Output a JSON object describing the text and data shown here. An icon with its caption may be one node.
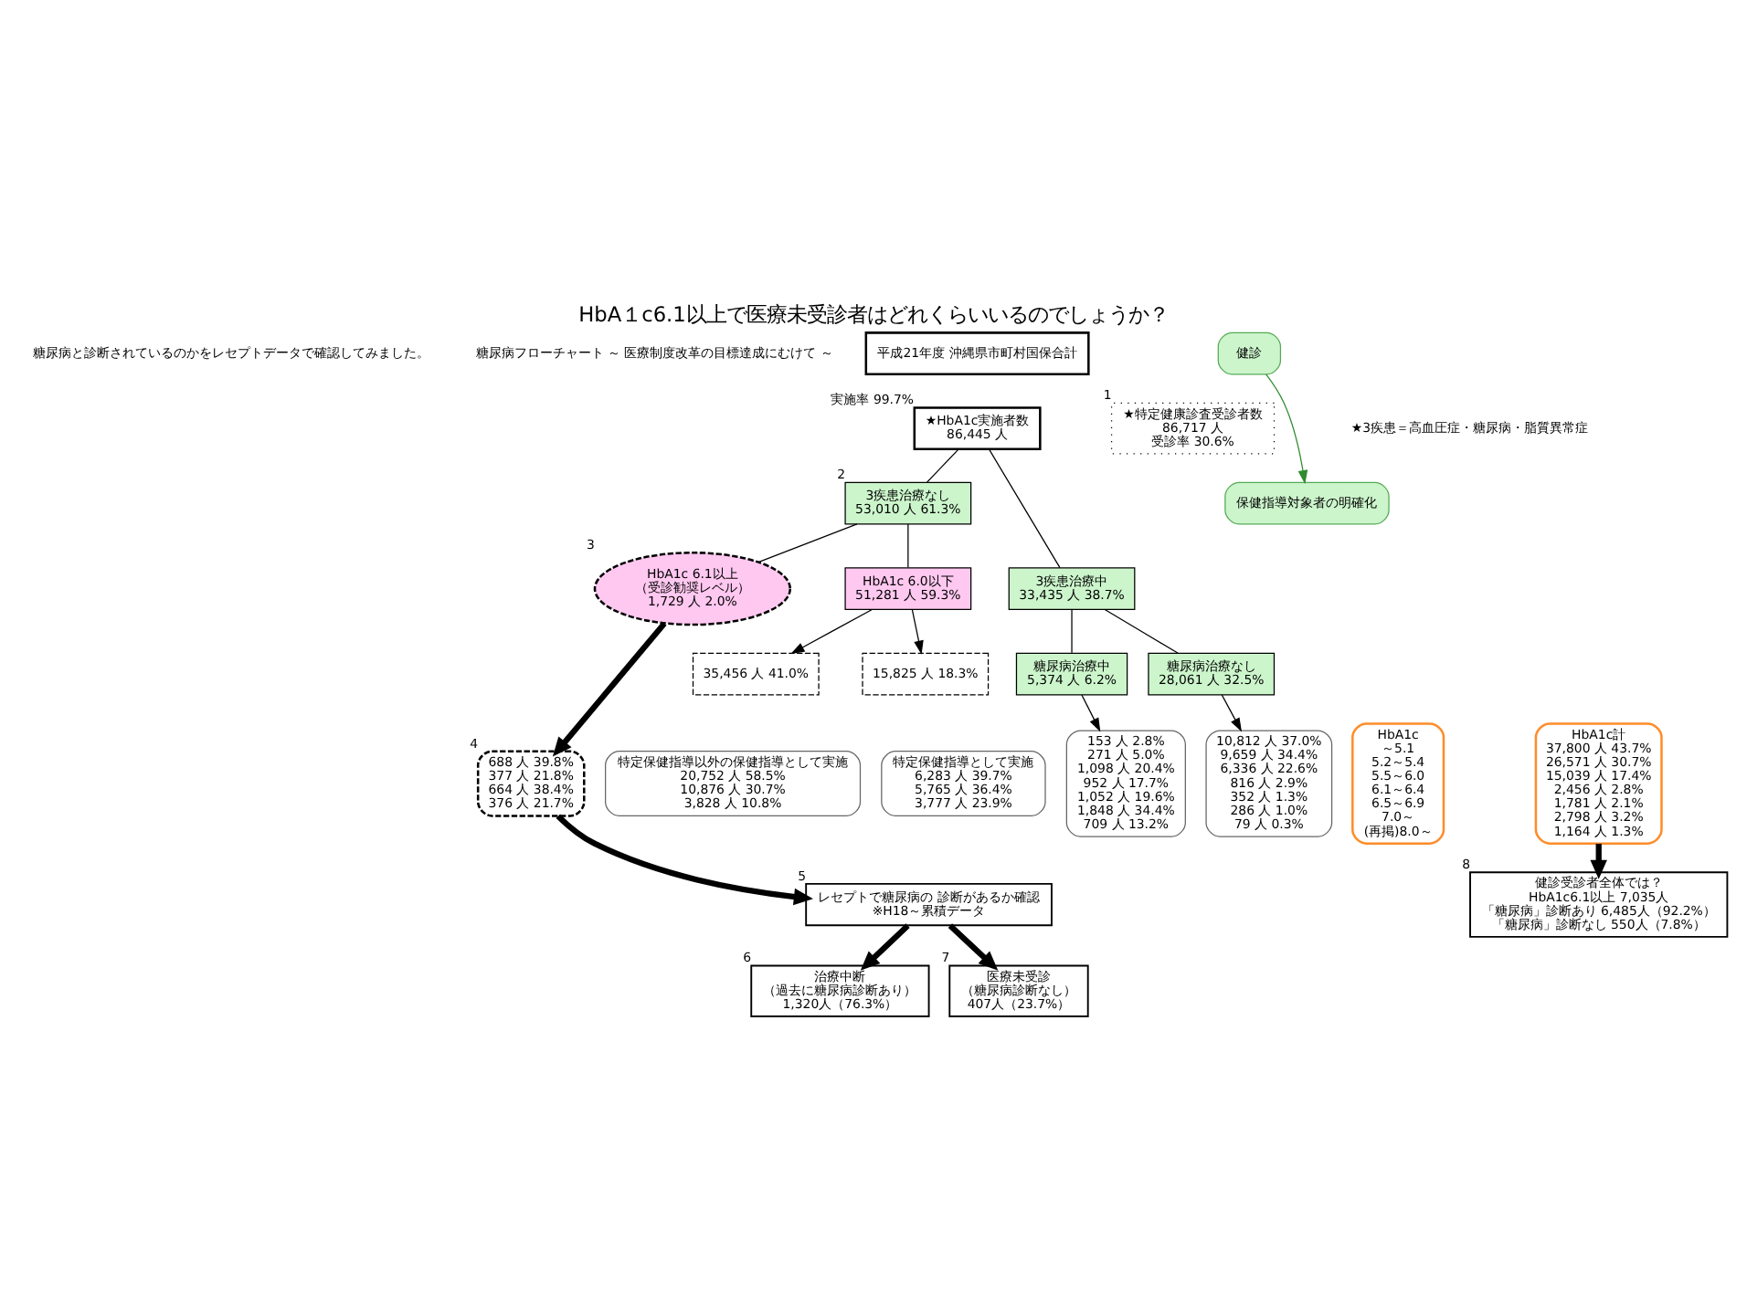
{
  "diagram": {
    "title": "HbA１c6.1以上で医療未受診者はどれくらいいるのでしょうか？",
    "nodes": [
      {
        "text": [
          "平成21年度 沖縄県市町村国保合計"
        ]
      },
      {
        "text": [
          "健診"
        ]
      },
      {
        "text": [
          "保健指導対象者の明確化"
        ]
      },
      {
        "text": [
          "★特定健康診査受診者数",
          "86,717 人",
          "受診率 30.6%"
        ],
        "beside": [
          "1"
        ]
      },
      {
        "text": [
          "★HbA1c実施者数",
          "86,445 人"
        ],
        "beside": [
          "実施率 99.7%"
        ]
      },
      {
        "text": [
          "3疾患治療中",
          "33,435 人 38.7%"
        ]
      },
      {
        "text": [
          "3疾患治療なし",
          "53,010 人 61.3%"
        ],
        "beside": [
          "2"
        ]
      },
      {
        "text": [
          "糖尿病治療なし",
          "28,061 人 32.5%"
        ]
      },
      {
        "text": [
          "糖尿病治療中",
          "5,374 人 6.2%"
        ]
      },
      {
        "text": [
          "HbA1c 6.1以上",
          "（受診勧奨レベル）",
          "1,729 人 2.0%"
        ],
        "beside": [
          "3"
        ]
      },
      {
        "text": [
          "HbA1c 6.0以下",
          "51,281 人 59.3%"
        ]
      },
      {
        "text": [
          "15,825 人 18.3%"
        ]
      },
      {
        "text": [
          "35,456 人 41.0%"
        ]
      },
      {
        "text": [
          "10,812 人 37.0%",
          "9,659 人 34.4%",
          "6,336 人 22.6%",
          "816 人 2.9%",
          "352 人 1.3%",
          "286 人 1.0%",
          "79 人 0.3%"
        ]
      },
      {
        "text": [
          "153 人 2.8%",
          "271 人 5.0%",
          "1,098 人 20.4%",
          "952 人 17.7%",
          "1,052 人 19.6%",
          "1,848 人 34.4%",
          "709 人 13.2%"
        ]
      },
      {
        "text": [
          "688 人 39.8%",
          "377 人 21.8%",
          "664 人 38.4%",
          "376 人 21.7%"
        ],
        "beside": [
          "4"
        ]
      },
      {
        "text": [
          "HbA1c",
          "～5.1",
          "5.2～5.4",
          "5.5～6.0",
          "6.1～6.4",
          "6.5～6.9",
          "7.0～",
          "(再掲)8.0～"
        ]
      },
      {
        "text": [
          "特定保健指導として実施",
          "6,283 人 39.7%",
          "5,765 人 36.4%",
          "3,777 人 23.9%"
        ]
      },
      {
        "text": [
          "特定保健指導以外の保健指導として実施",
          "20,752 人 58.5%",
          "10,876 人 30.7%",
          "3,828 人 10.8%"
        ]
      },
      {
        "text": [
          "HbA1c計",
          "37,800 人 43.7%",
          "26,571 人 30.7%",
          "15,039 人 17.4%",
          "2,456 人 2.8%",
          "1,781 人 2.1%",
          "2,798 人 3.2%",
          "1,164 人 1.3%"
        ]
      },
      {
        "text": [
          "レセプトで糖尿病の 診断があるか確認",
          "※H18～累積データ"
        ],
        "beside": [
          "5"
        ]
      },
      {
        "text": [
          "治療中断",
          "（過去に糖尿病診断あり）",
          "1,320人（76.3%）"
        ],
        "beside": [
          "6"
        ]
      },
      {
        "text": [
          "医療未受診",
          "（糖尿病診断なし）",
          "407人（23.7%）"
        ],
        "beside": [
          "7"
        ]
      },
      {
        "text": [
          "健診受診者全体では？",
          "HbA1c6.1以上 7,035人",
          "「糖尿病」診断あり 6,485人（92.2%）",
          "「糖尿病」診断なし 550人（7.8%）"
        ],
        "beside": [
          "8"
        ]
      }
    ],
    "edges": [
      {
        "from": 1,
        "to": 2,
        "arrow": "to",
        "color": "#2e8b2e"
      },
      {
        "from": 4,
        "to": 5,
        "arrow": "none"
      },
      {
        "from": 4,
        "to": 6,
        "arrow": "none"
      },
      {
        "from": 5,
        "to": 7,
        "arrow": "none"
      },
      {
        "from": 5,
        "to": 8,
        "arrow": "none"
      },
      {
        "from": 6,
        "to": 9,
        "arrow": "none"
      },
      {
        "from": 6,
        "to": 10,
        "arrow": "none"
      },
      {
        "from": 10,
        "to": 11,
        "arrow": "to"
      },
      {
        "from": 10,
        "to": 12,
        "arrow": "to"
      },
      {
        "from": 7,
        "to": 13,
        "arrow": "to"
      },
      {
        "from": 8,
        "to": 14,
        "arrow": "to"
      },
      {
        "from": 9,
        "to": 15,
        "arrow": "to",
        "style": "thick"
      },
      {
        "from": 15,
        "to": 20,
        "arrow": "to",
        "style": "thick"
      },
      {
        "from": 19,
        "to": 23,
        "arrow": "to",
        "style": "thick"
      },
      {
        "from": 20,
        "to": 21,
        "arrow": "to",
        "style": "thick"
      },
      {
        "from": 20,
        "to": 22,
        "arrow": "to",
        "style": "thick"
      }
    ],
    "labels": [
      "糖尿病と診断されているのかをレセプトデータで確認してみました。",
      "糖尿病フローチャート ～ 医療制度改革の目標達成にむけて ～",
      "★3疾患＝高血圧症・糖尿病・脂質異常症"
    ]
  }
}
